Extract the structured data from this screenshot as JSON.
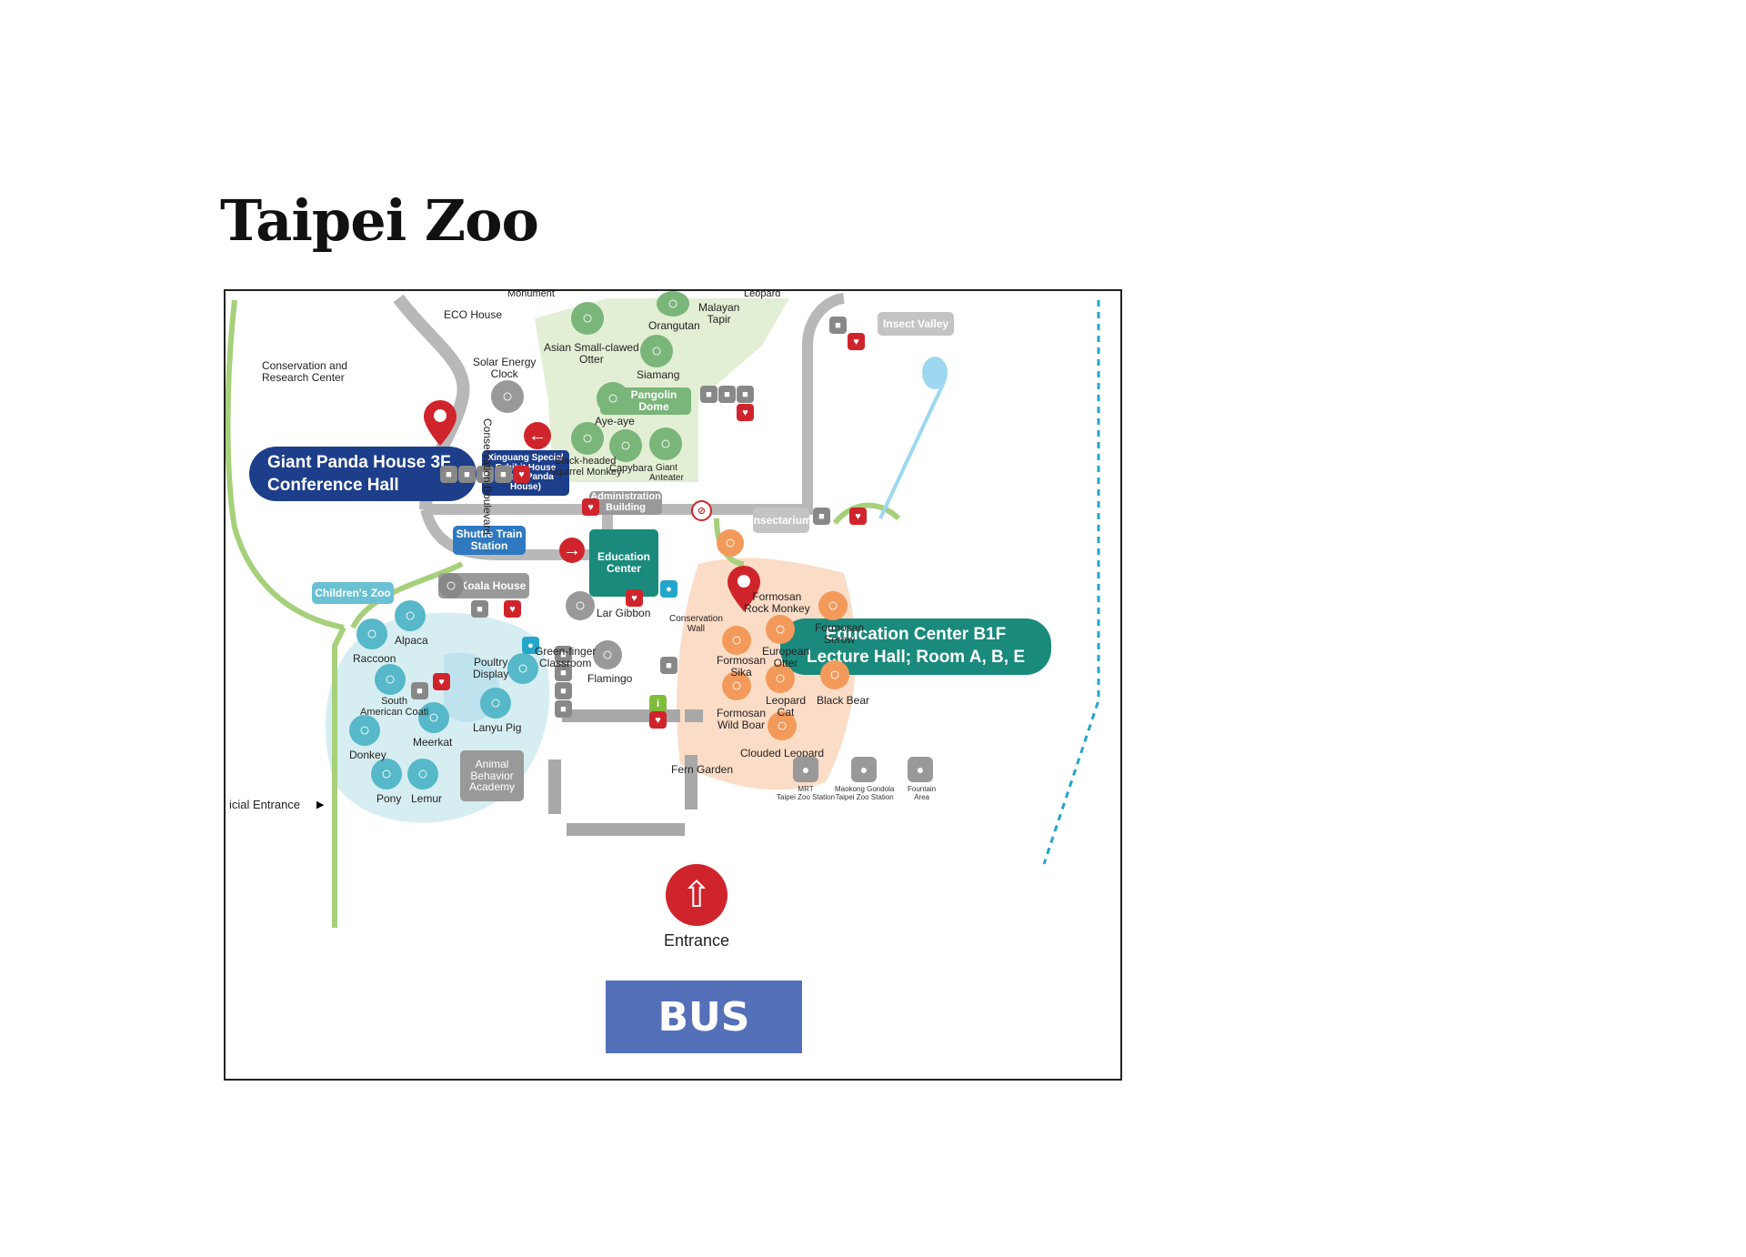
{
  "title": "Taipei Zoo",
  "map": {
    "monument": "Monument",
    "eco_house": "ECO House",
    "conservation_research": "Conservation and\nResearch Center",
    "solar_clock": "Solar Energy\nClock",
    "conservation_boulevard": "Conservation Boulevard",
    "otter": "Asian Small-clawed\nOtter",
    "orangutan": "Orangutan",
    "malayan_tapir": "Malayan\nTapir",
    "leopard_top": "Leopard",
    "siamang": "Siamang",
    "pangolin_dome": "Pangolin\nDome",
    "aye_aye": "Aye-aye",
    "squirrel_monkey": "Black-headed\nSquirrel Monkey",
    "capybara": "Capybara",
    "giant_anteater": "Giant\nAnteater",
    "insect_valley": "Insect Valley",
    "insectarium": "Insectarium",
    "panda_callout": "Giant Panda House 3F\nConference Hall",
    "xinguang": "Xinguang Special\nExhibit House\n(Giant Panda House)",
    "admin_building": "Administration\nBuilding",
    "shuttle_station": "Shuttle Train\nStation",
    "education_center": "Education\nCenter",
    "edu_callout": "Education Center B1F\nLecture Hall; Room A, B, E",
    "green_finger": "Green-finger\nClassroom",
    "koala_house": "Koala House",
    "childrens_zoo": "Children's Zoo",
    "lar_gibbon": "Lar Gibbon",
    "alpaca": "Alpaca",
    "raccoon": "Raccoon",
    "poultry": "Poultry\nDisplay",
    "flamingo": "Flamingo",
    "conservation_wall": "Conservation\nWall",
    "rock_monkey": "Formosan\nRock Monkey",
    "formosan_serow": "Formosan\nSerow",
    "formosan_sika": "Formosan\nSika",
    "european_otter": "European\nOtter",
    "south_american_coati": "South\nAmerican Coati",
    "lanyu_pig": "Lanyu Pig",
    "meerkat": "Meerkat",
    "donkey": "Donkey",
    "black_bear": "Black Bear",
    "leopard_cat": "Leopard\nCat",
    "wild_boar": "Formosan\nWild Boar",
    "clouded_leopard": "Clouded Leopard",
    "animal_behavior": "Animal\nBehavior\nAcademy",
    "fern_garden": "Fern Garden",
    "pony": "Pony",
    "lemur": "Lemur",
    "official_entrance": "icial Entrance",
    "entrance": "Entrance",
    "legend_mrt": "MRT\nTaipei Zoo Station",
    "legend_gondola": "Maokong Gondola\nTaipei Zoo Station",
    "legend_fountain": "Fountain\nArea",
    "bus": "BUS"
  },
  "icons": {
    "marker": "map-pin-icon",
    "entrance": "up-arrow-icon",
    "direction_left": "left-arrow-icon",
    "direction_right": "right-arrow-icon"
  },
  "colors": {
    "panda_callout": "#1d3e8a",
    "edu_callout": "#1a8a7c",
    "marker": "#d0242c",
    "bus": "#5470b9",
    "zone_green": "#6aa56a",
    "zone_teal": "#56b8c8",
    "zone_orange": "#f39a5b"
  }
}
